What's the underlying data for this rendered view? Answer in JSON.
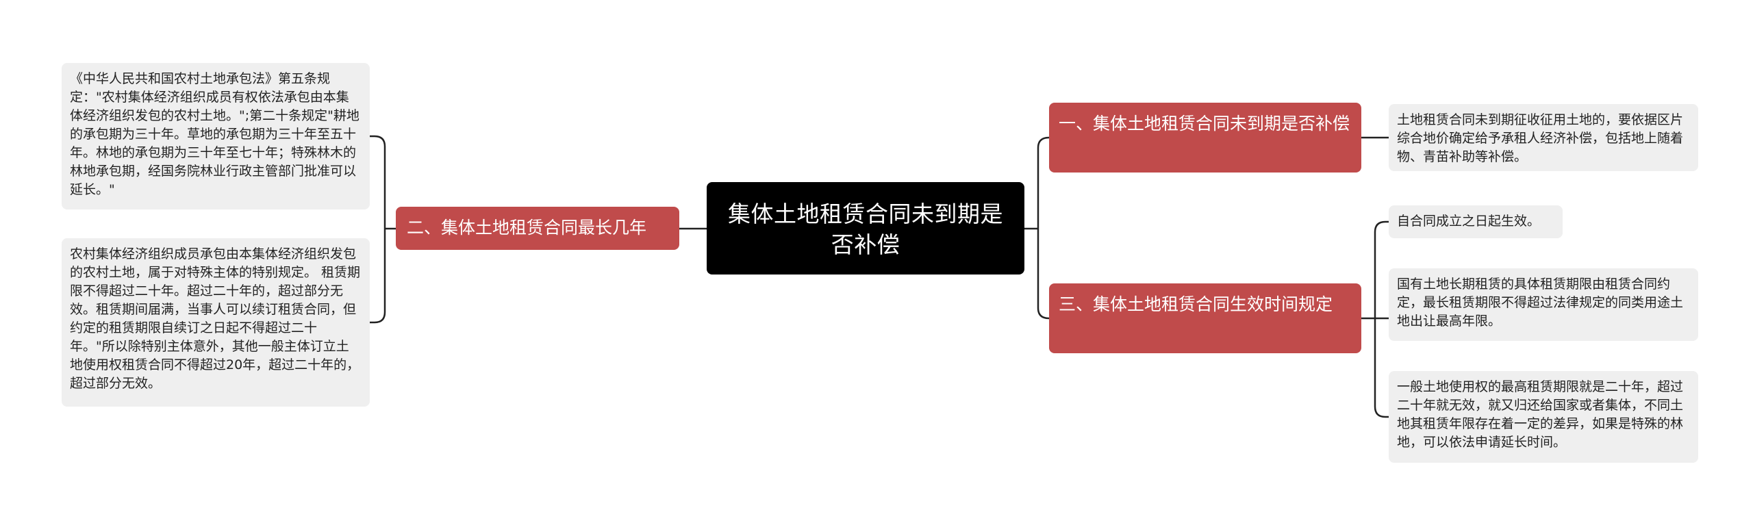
{
  "mindmap": {
    "root": {
      "title": "集体土地租赁合同未到期是否补偿"
    },
    "branch_left": {
      "title": "二、集体土地租赁合同最长几年",
      "leaves": [
        "《中华人民共和国农村土地承包法》第五条规定：\"农村集体经济组织成员有权依法承包由本集体经济组织发包的农村土地。\";第二十条规定\"耕地的承包期为三十年。草地的承包期为三十年至五十年。林地的承包期为三十年至七十年；特殊林木的林地承包期，经国务院林业行政主管部门批准可以延长。\"",
        "农村集体经济组织成员承包由本集体经济组织发包的农村土地，属于对特殊主体的特别规定。 租赁期限不得超过二十年。超过二十年的，超过部分无效。租赁期间届满，当事人可以续订租赁合同，但约定的租赁期限自续订之日起不得超过二十年。\"所以除特别主体意外，其他一般主体订立土地使用权租赁合同不得超过20年，超过二十年的，超过部分无效。"
      ]
    },
    "branch_right_1": {
      "title": "一、集体土地租赁合同未到期是否补偿",
      "leaves": [
        "土地租赁合同未到期征收征用土地的，要依据区片综合地价确定给予承租人经济补偿，包括地上随着物、青苗补助等补偿。"
      ]
    },
    "branch_right_3": {
      "title": "三、集体土地租赁合同生效时间规定",
      "leaves": [
        "自合同成立之日起生效。",
        "国有土地长期租赁的具体租赁期限由租赁合同约定，最长租赁期限不得超过法律规定的同类用途土地出让最高年限。",
        "一般土地使用权的最高租赁期限就是二十年，超过二十年就无效，就又归还给国家或者集体，不同土地其租赁年限存在着一定的差异，如果是特殊的林地，可以依法申请延长时间。"
      ]
    },
    "colors": {
      "root_bg": "#000000",
      "branch_bg": "#c04b4b",
      "leaf_bg": "#efefef",
      "line": "#222222"
    }
  }
}
